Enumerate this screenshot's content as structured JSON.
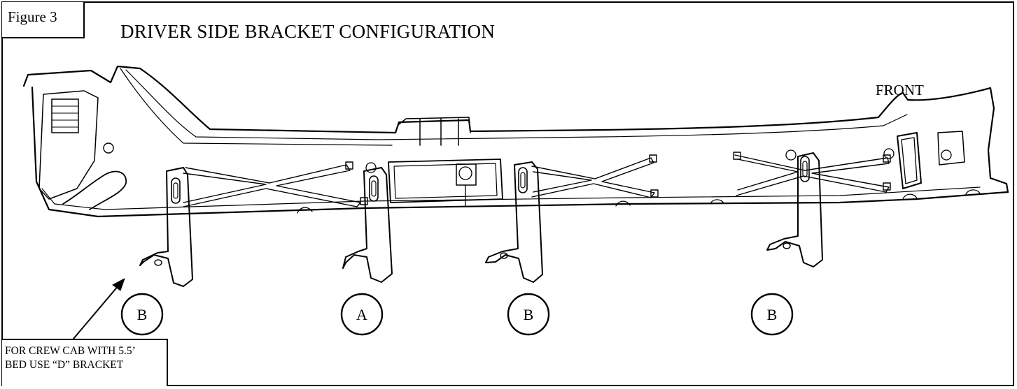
{
  "figure_label": "Figure 3",
  "title": "DRIVER SIDE BRACKET CONFIGURATION",
  "orientation_label": "FRONT",
  "note_lines": [
    "FOR CREW CAB WITH 5.5’",
    "BED USE “D” BRACKET"
  ],
  "callouts": [
    {
      "letter": "B"
    },
    {
      "letter": "A"
    },
    {
      "letter": "B"
    },
    {
      "letter": "B"
    }
  ]
}
